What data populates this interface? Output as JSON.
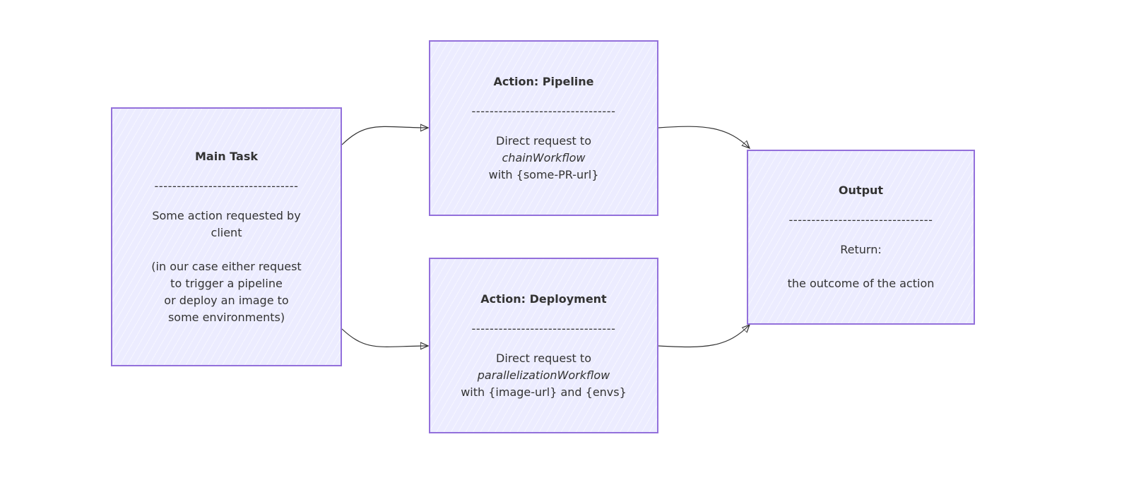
{
  "colors": {
    "node_fill": "#ECECFF",
    "node_border": "#9370DB",
    "edge": "#333333"
  },
  "separator": "--------------------------------",
  "nodes": {
    "main": {
      "title": "Main Task",
      "lines": [
        "Some action requested by",
        "client",
        "",
        "(in our case either request",
        "to trigger a pipeline",
        "or deploy an image to",
        "some environments)"
      ]
    },
    "pipeline": {
      "title": "Action: Pipeline",
      "line1": "Direct request to",
      "workflow": "chainWorkflow",
      "line3": "with {some-PR-url}"
    },
    "deployment": {
      "title": "Action: Deployment",
      "line1": "Direct request to",
      "workflow": "parallelizationWorkflow",
      "line3": "with {image-url} and {envs}"
    },
    "output": {
      "title": "Output",
      "line1": "Return:",
      "line2": "the outcome of the action"
    }
  },
  "edges": [
    {
      "from": "Main Task",
      "to": "Action: Pipeline"
    },
    {
      "from": "Main Task",
      "to": "Action: Deployment"
    },
    {
      "from": "Action: Pipeline",
      "to": "Output"
    },
    {
      "from": "Action: Deployment",
      "to": "Output"
    }
  ]
}
